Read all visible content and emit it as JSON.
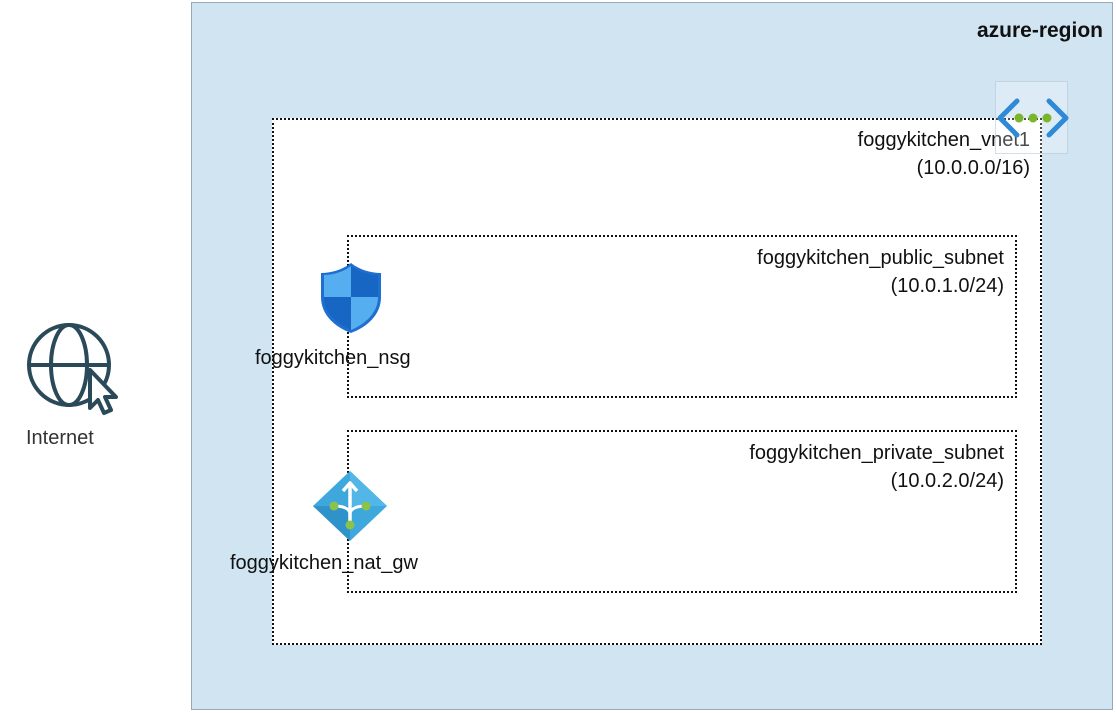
{
  "diagram": {
    "region": {
      "label": "azure-region",
      "fill": "#d0e4f2"
    },
    "vnet": {
      "name": "foggykitchen_vnet1",
      "cidr": "(10.0.0.0/16)",
      "icon": "virtual-network-icon"
    },
    "subnets": [
      {
        "name": "foggykitchen_public_subnet",
        "cidr": "(10.0.1.0/24)"
      },
      {
        "name": "foggykitchen_private_subnet",
        "cidr": "(10.0.2.0/24)"
      }
    ],
    "nsg": {
      "label": "foggykitchen_nsg",
      "icon": "shield-icon"
    },
    "nat_gw": {
      "label": "foggykitchen_nat_gw",
      "icon": "nat-gateway-icon"
    },
    "internet": {
      "label": "Internet",
      "icon": "globe-cursor-icon"
    }
  }
}
